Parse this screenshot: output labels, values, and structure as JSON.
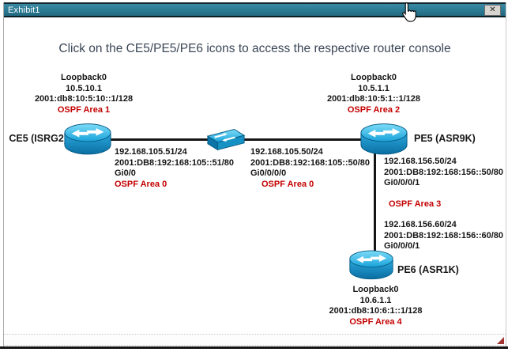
{
  "window": {
    "title": "Exhibit1"
  },
  "icons": {
    "close": "✕"
  },
  "colors": {
    "titlebar_teal": "#2b7a94",
    "ospf_red": "#c40000",
    "device_blue": "#1ba2d8"
  },
  "heading": "Click on the CE5/PE5/PE6 icons to access the respective router console",
  "devices": {
    "ce5": {
      "name": "CE5 (ISRG2)",
      "loopback": {
        "label": "Loopback0",
        "ipv4": "10.5.10.1",
        "ipv6": "2001:db8:10:5:10::1/128",
        "ospf": "OSPF Area 1"
      }
    },
    "pe5": {
      "name": "PE5 (ASR9K)",
      "loopback": {
        "label": "Loopback0",
        "ipv4": "10.5.1.1",
        "ipv6": "2001:db8:10:5:1::1/128",
        "ospf": "OSPF Area 2"
      }
    },
    "pe6": {
      "name": "PE6 (ASR1K)",
      "loopback": {
        "label": "Loopback0",
        "ipv4": "10.6.1.1",
        "ipv6": "2001:db8:10:6:1::1/128",
        "ospf": "OSPF Area 4"
      }
    }
  },
  "links": {
    "ce5_pe5_left": {
      "ipv4": "192.168.105.51/24",
      "ipv6": "2001:DB8:192:168:105::51/80",
      "interface": "Gi0/0",
      "ospf": "OSPF Area 0"
    },
    "ce5_pe5_right": {
      "ipv4": "192.168.105.50/24",
      "ipv6": "2001:DB8:192:168:105::50/80",
      "interface": "Gi0/0/0/0",
      "ospf": "OSPF Area 0"
    },
    "pe5_pe6_upper": {
      "ipv4": "192.168.156.50/24",
      "ipv6": "2001:DB8:192:168:156::50/80",
      "interface": "Gi0/0/0/1",
      "ospf": "OSPF Area 3"
    },
    "pe5_pe6_lower": {
      "ipv4": "192.168.156.60/24",
      "ipv6": "2001:DB8:192:168:156::60/80",
      "interface": "Gi0/0/0/1"
    }
  }
}
